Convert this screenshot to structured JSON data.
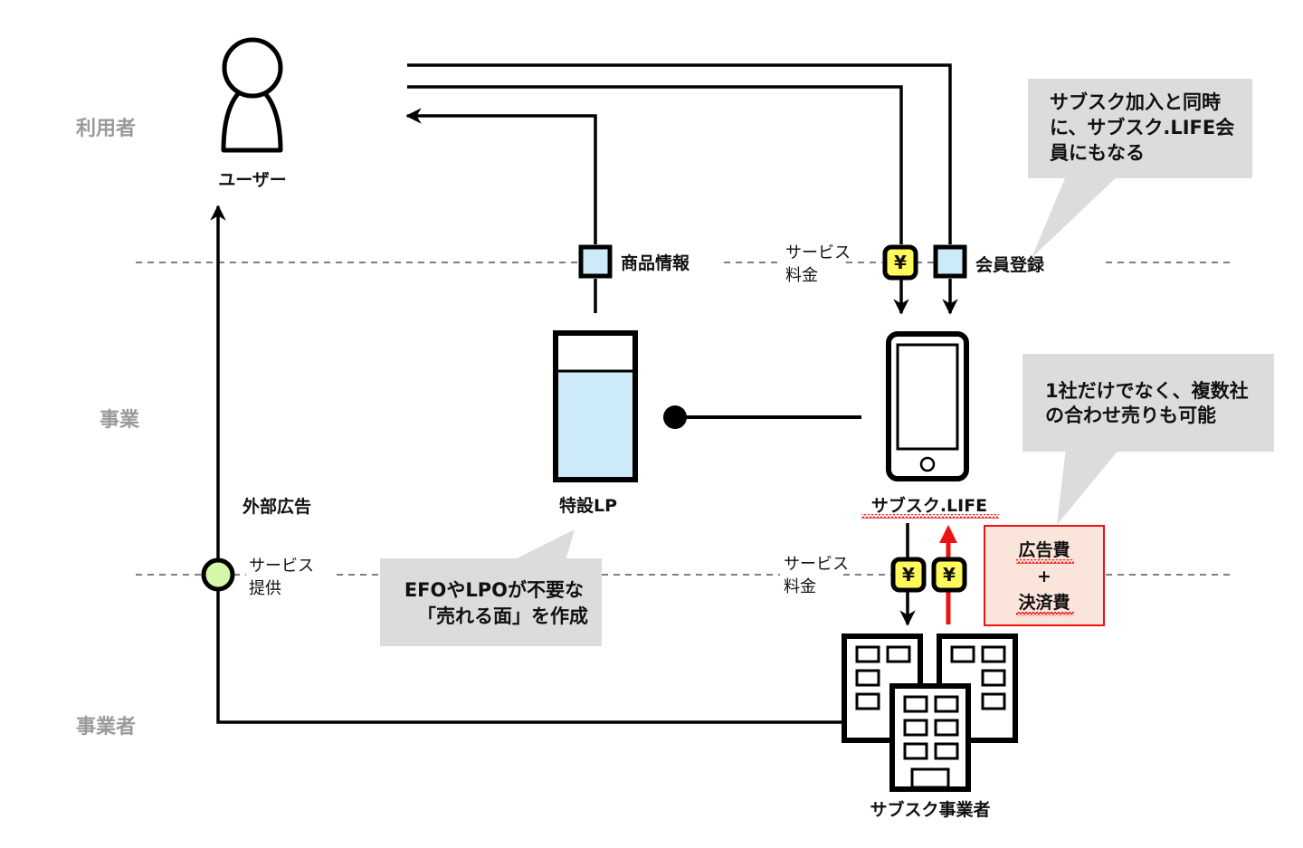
{
  "lanes": {
    "user": "利用者",
    "business": "事業",
    "operator": "事業者"
  },
  "nodes": {
    "user": "ユーザー",
    "landing_page": "特設LP",
    "subsc_life": "サブスク.LIFE",
    "operators": "サブスク事業者",
    "external_ads": "外部広告"
  },
  "flows": {
    "product_info": "商品情報",
    "service_fee_top_l1": "サービス",
    "service_fee_top_l2": "料金",
    "member_registration": "会員登録",
    "service_fee_bottom_l1": "サービス",
    "service_fee_bottom_l2": "料金",
    "service_provide_l1": "サービス",
    "service_provide_l2": "提供",
    "yen_symbol": "¥"
  },
  "fee_box": {
    "line1": "広告費",
    "plus": "+",
    "line2": "決済費"
  },
  "callouts": {
    "membership_l1": "サブスク加入と同時",
    "membership_l2": "に、サブスク.LIFE会",
    "membership_l3": "員にもなる",
    "multi_l1": "1社だけでなく、複数社",
    "multi_l2": "の合わせ売りも可能",
    "lp_l1": "EFOやLPOが不要な",
    "lp_l2": "「売れる面」を作成"
  },
  "colors": {
    "lp_fill": "#cceaf7",
    "yen_fill": "#fff95c",
    "node_green": "#d4f7a8",
    "callout_gray": "#dcdcdc",
    "fee_box_fill": "#fbe4da",
    "accent_red": "#ee1111"
  }
}
